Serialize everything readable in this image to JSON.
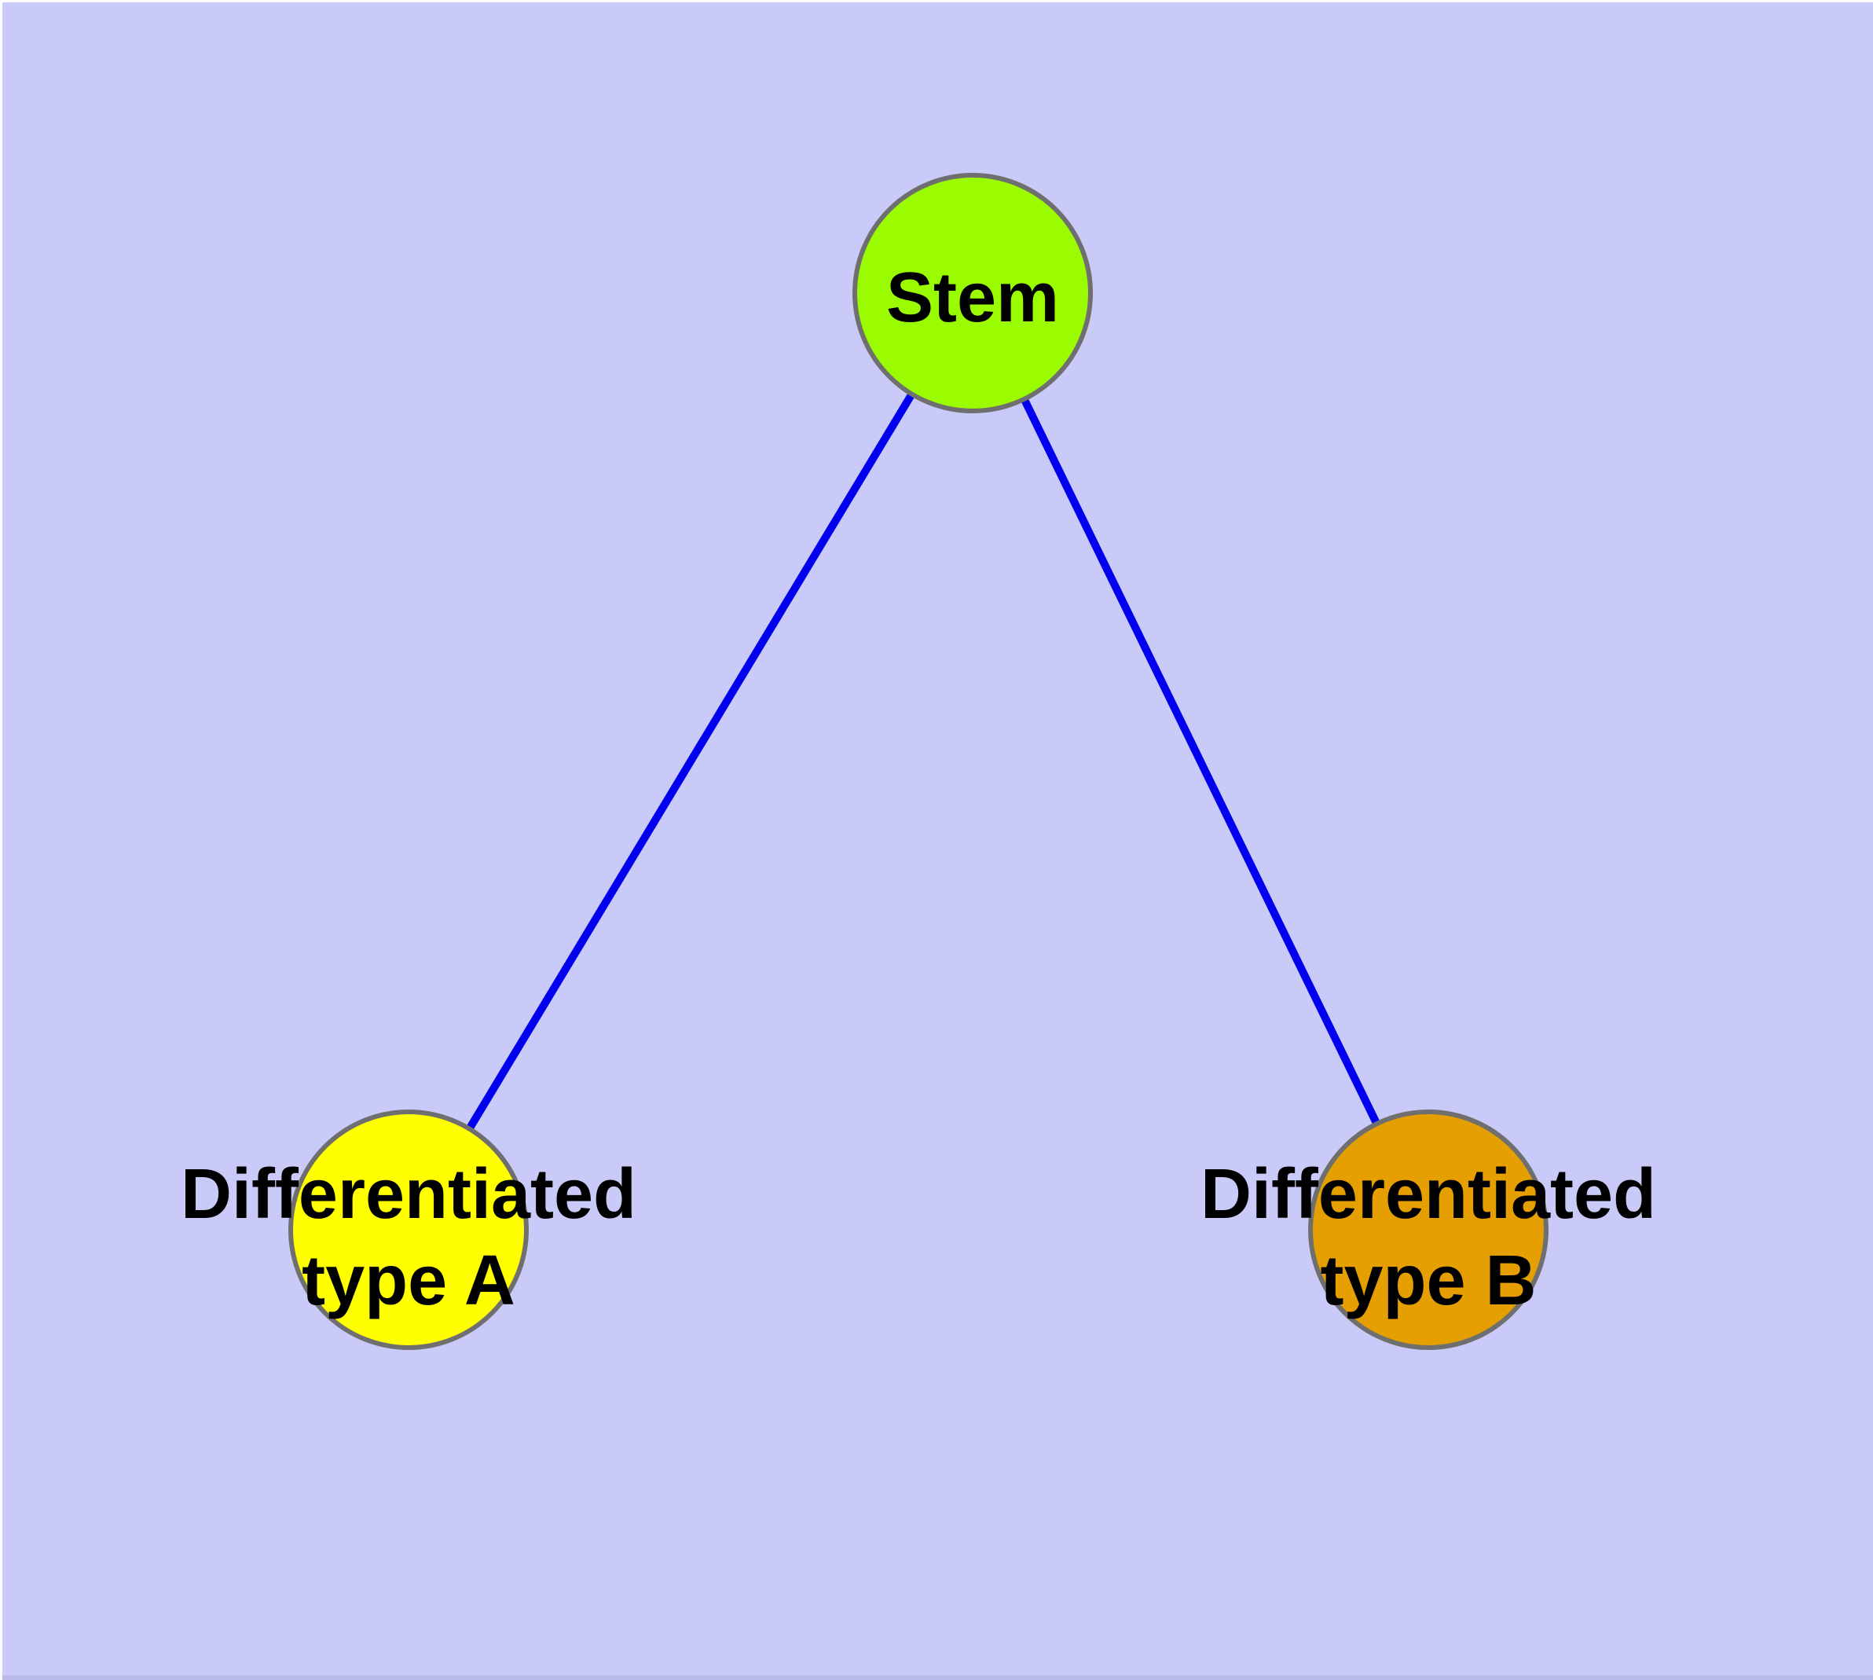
{
  "figure": {
    "background_color": "#CACAF8",
    "bottom_strip_color": "#B9B9EA",
    "edge_color": "#0000EE",
    "node_border_color": "#6F6F6F",
    "nodes": [
      {
        "id": "stem",
        "label": "Stem",
        "fill": "#9BFB00"
      },
      {
        "id": "differentiated-type-a",
        "label_line1": "Differentiated",
        "label_line2": "type A",
        "fill": "#FFFF00"
      },
      {
        "id": "differentiated-type-b",
        "label_line1": "Differentiated",
        "label_line2": "type B",
        "fill": "#E69F00"
      }
    ],
    "edges": [
      {
        "from": "Stem",
        "to": "Differentiated type A"
      },
      {
        "from": "Stem",
        "to": "Differentiated type B"
      }
    ]
  }
}
